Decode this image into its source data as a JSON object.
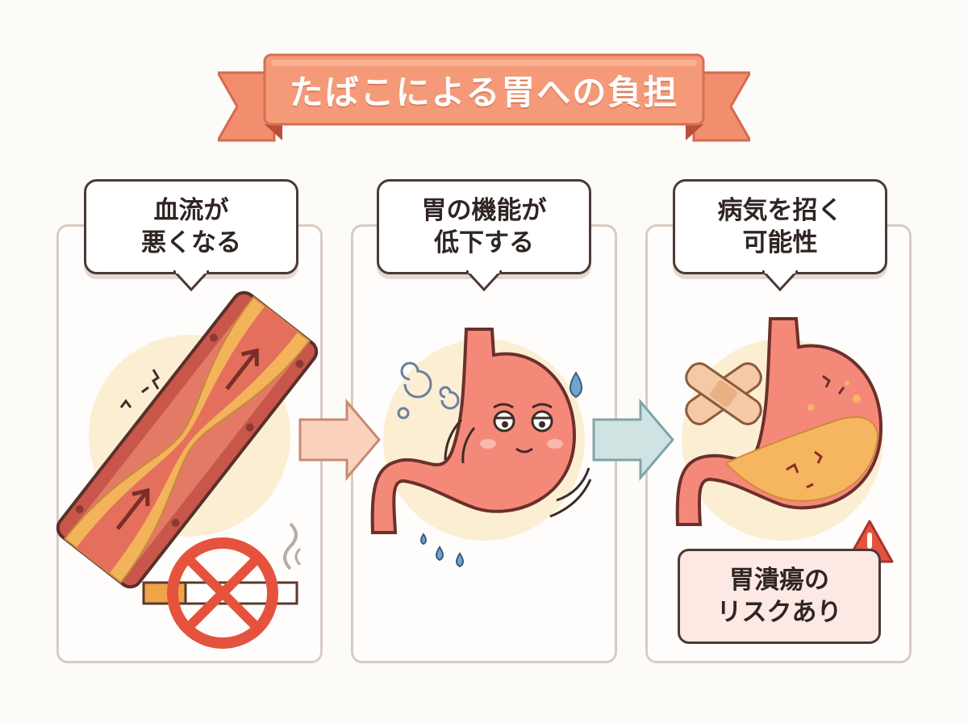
{
  "title": "たばこによる胃への負担",
  "steps": [
    {
      "line1": "血流が",
      "line2": "悪くなる",
      "illustration": "blood-vessel-and-no-smoking"
    },
    {
      "line1": "胃の機能が",
      "line2": "低下する",
      "illustration": "tired-stomach"
    },
    {
      "line1": "病気を招く",
      "line2": "可能性",
      "illustration": "ulcer-stomach"
    }
  ],
  "risk": {
    "line1": "胃潰瘍の",
    "line2": "リスクあり",
    "icon": "warning-icon"
  },
  "colors": {
    "banner": "#f4916f",
    "banner_dark": "#e06a4f",
    "panel_border": "#d9cbc4",
    "stomach": "#f4897a",
    "vessel": "#c8564a",
    "warning": "#e5533f",
    "circle_bg": "#fbeed3"
  }
}
